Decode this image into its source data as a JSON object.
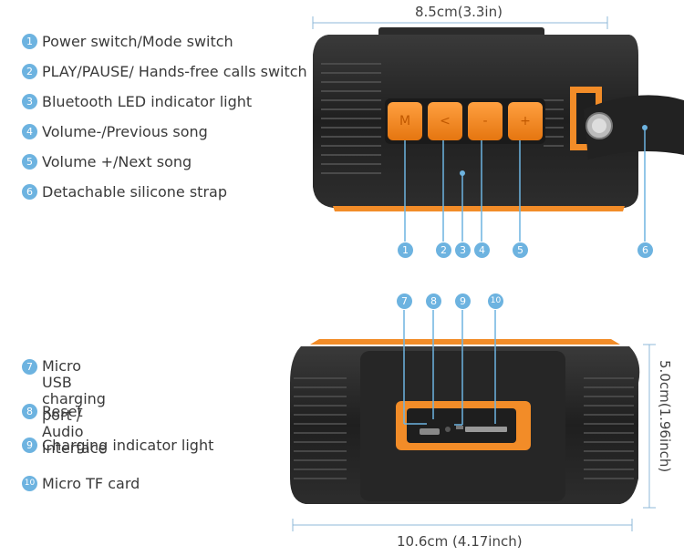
{
  "legend_top": [
    {
      "num": "1",
      "label": "Power switch/Mode switch"
    },
    {
      "num": "2",
      "label": "PLAY/PAUSE/ Hands-free calls switch"
    },
    {
      "num": "3",
      "label": "Bluetooth LED indicator light"
    },
    {
      "num": "4",
      "label": "Volume-/Previous song"
    },
    {
      "num": "5",
      "label": "Volume +/Next song"
    },
    {
      "num": "6",
      "label": "Detachable silicone strap"
    }
  ],
  "legend_bottom": [
    {
      "num": "7",
      "label": "Micro USB charging port /",
      "label2": "Audio interface"
    },
    {
      "num": "8",
      "label": "Reset"
    },
    {
      "num": "9",
      "label": "Charging indicator light"
    },
    {
      "num": "10",
      "label": "Micro TF card"
    }
  ],
  "buttons": [
    "M",
    "<",
    "-",
    "+"
  ],
  "dimensions": {
    "top_width": "8.5cm(3.3in)",
    "bottom_width": "10.6cm (4.17inch)",
    "height": "5.0cm(1.96inch)"
  },
  "callouts_top": [
    "1",
    "2",
    "3",
    "4",
    "5",
    "6"
  ],
  "callouts_bottom": [
    "7",
    "8",
    "9",
    "10"
  ],
  "colors": {
    "accent": "#f28c28",
    "body": "#2a2a2a",
    "callout": "#6db3e0"
  }
}
